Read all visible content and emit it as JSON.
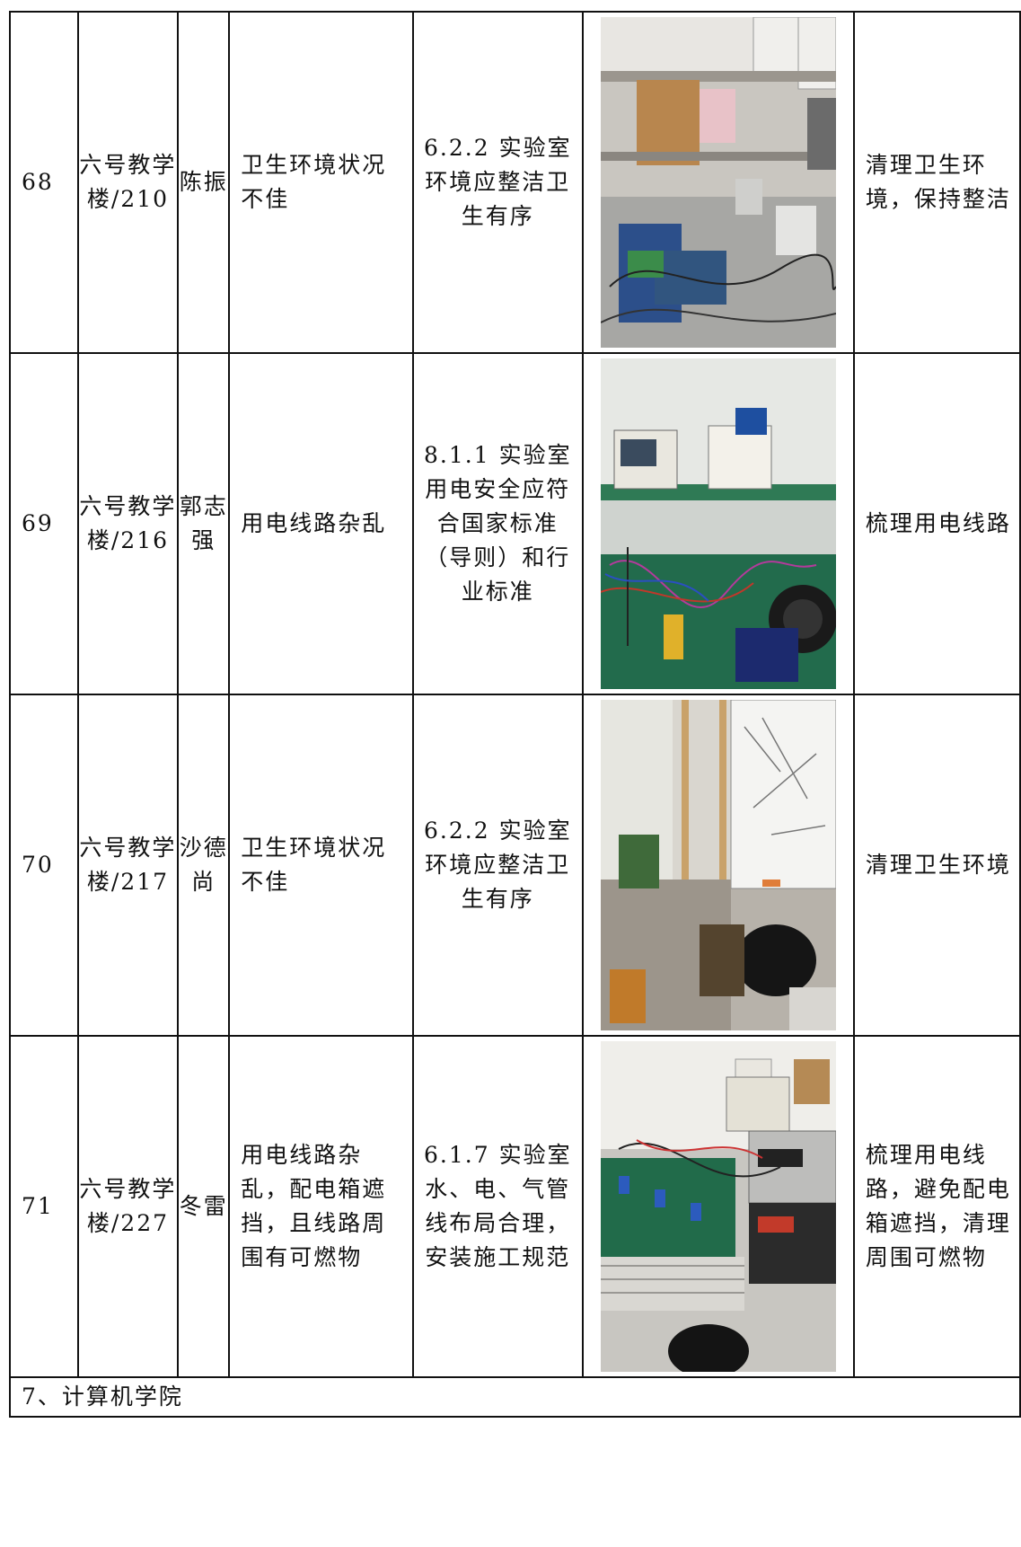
{
  "rows": [
    {
      "no": "68",
      "location": "六号教学楼/210",
      "person": "陈振",
      "issue": "卫生环境状况不佳",
      "standard": "6.2.2 实验室环境应整洁卫生有序",
      "rectification": "清理卫生环境，保持整洁",
      "photo_icon": "lab-bench-photo"
    },
    {
      "no": "69",
      "location": "六号教学楼/216",
      "person": "郭志强",
      "issue": "用电线路杂乱",
      "standard": "8.1.1 实验室用电安全应符合国家标准（导则）和行业标准",
      "rectification": "梳理用电线路",
      "photo_icon": "wiring-photo"
    },
    {
      "no": "70",
      "location": "六号教学楼/217",
      "person": "沙德尚",
      "issue": "卫生环境状况不佳",
      "standard": "6.2.2 实验室环境应整洁卫生有序",
      "rectification": "清理卫生环境",
      "photo_icon": "lab-room-photo"
    },
    {
      "no": "71",
      "location": "六号教学楼/227",
      "person": "冬雷",
      "issue": "用电线路杂乱，配电箱遮挡，且线路周围有可燃物",
      "standard": "6.1.7 实验室水、电、气管线布局合理，安装施工规范",
      "rectification": "梳理用电线路，避免配电箱遮挡，清理周围可燃物",
      "photo_icon": "power-supply-photo"
    }
  ],
  "section_heading": "7、计算机学院"
}
